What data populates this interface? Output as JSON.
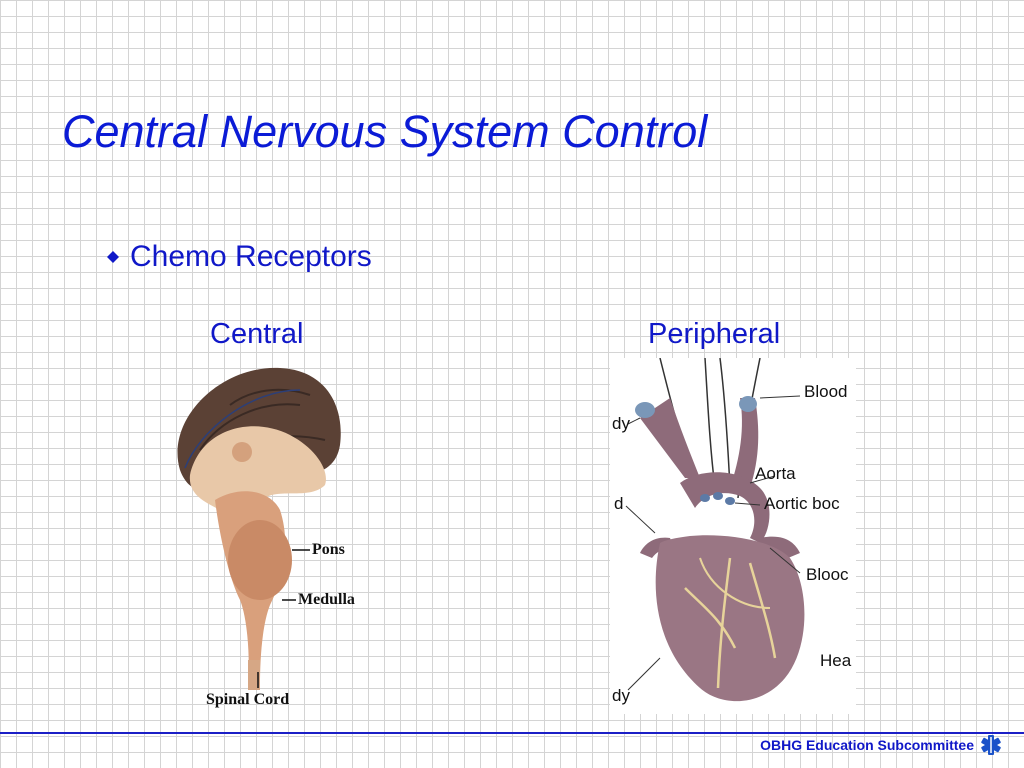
{
  "slide": {
    "title": "Central Nervous System Control",
    "bullet": "Chemo Receptors",
    "columns": {
      "left": "Central",
      "right": "Peripheral"
    }
  },
  "brain_figure": {
    "labels": {
      "pons": "Pons",
      "medulla": "Medulla",
      "spinal_cord": "Spinal Cord"
    }
  },
  "heart_figure": {
    "labels": {
      "blood_top": "Blood",
      "body_left_top": "dy",
      "aorta": "Aorta",
      "aortic_body": "Aortic boc",
      "left_d": "d",
      "blood_mid": "Blooc",
      "heart": "Hea",
      "body_left_bottom": "dy"
    }
  },
  "footer": {
    "text": "OBHG Education Subcommittee",
    "icon": "star-of-life-icon"
  },
  "colors": {
    "title": "#0b1bd6",
    "text": "#1018c8",
    "footer_line": "#1b1fc6"
  }
}
